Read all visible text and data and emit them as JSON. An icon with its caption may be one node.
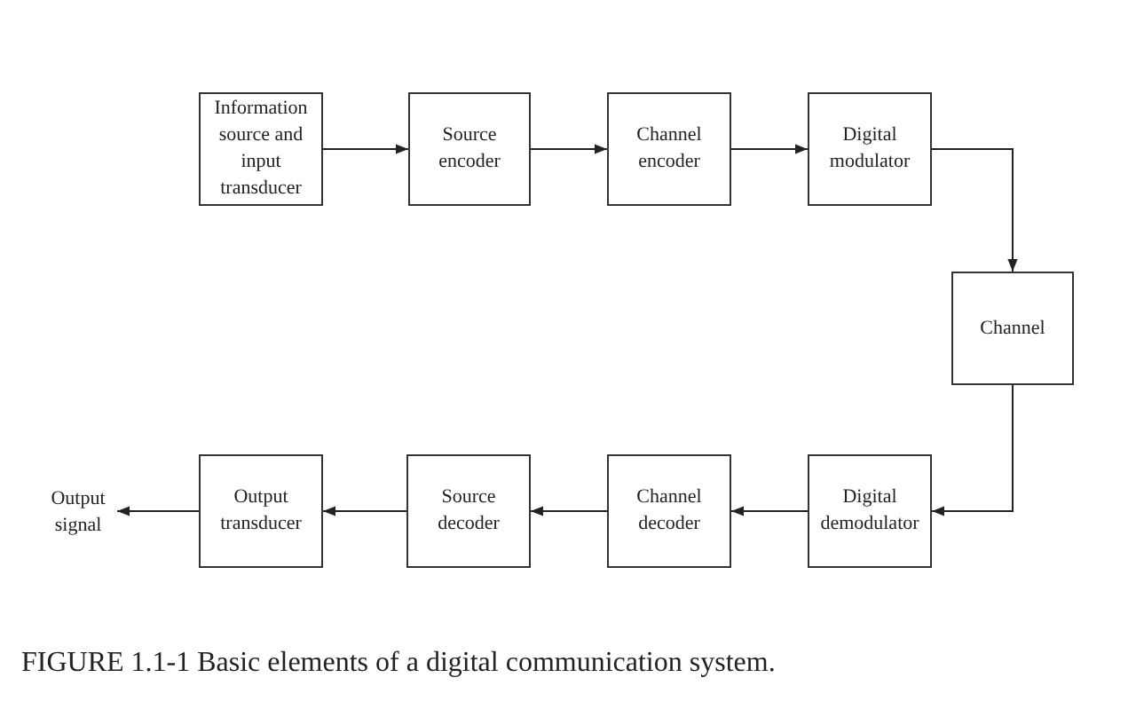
{
  "diagram": {
    "caption": "FIGURE 1.1-1 Basic elements of a digital communication system.",
    "nodes": [
      {
        "text": [
          "Information source and input transducer"
        ]
      },
      {
        "text": [
          "Source encoder"
        ]
      },
      {
        "text": [
          "Channel encoder"
        ]
      },
      {
        "text": [
          "Digital modulator"
        ]
      },
      {
        "text": [
          "Channel"
        ]
      },
      {
        "text": [
          "Digital demodulator"
        ]
      },
      {
        "text": [
          "Channel decoder"
        ]
      },
      {
        "text": [
          "Source decoder"
        ]
      },
      {
        "text": [
          "Output transducer"
        ]
      },
      {
        "text": [
          "Output signal"
        ]
      }
    ],
    "edges": [
      {
        "from": 0,
        "to": 1,
        "arrow": "to"
      },
      {
        "from": 1,
        "to": 2,
        "arrow": "to"
      },
      {
        "from": 2,
        "to": 3,
        "arrow": "to"
      },
      {
        "from": 3,
        "to": 4,
        "arrow": "to"
      },
      {
        "from": 4,
        "to": 5,
        "arrow": "to"
      },
      {
        "from": 5,
        "to": 6,
        "arrow": "to"
      },
      {
        "from": 6,
        "to": 7,
        "arrow": "to"
      },
      {
        "from": 7,
        "to": 8,
        "arrow": "to"
      },
      {
        "from": 8,
        "to": 9,
        "arrow": "to"
      }
    ]
  }
}
